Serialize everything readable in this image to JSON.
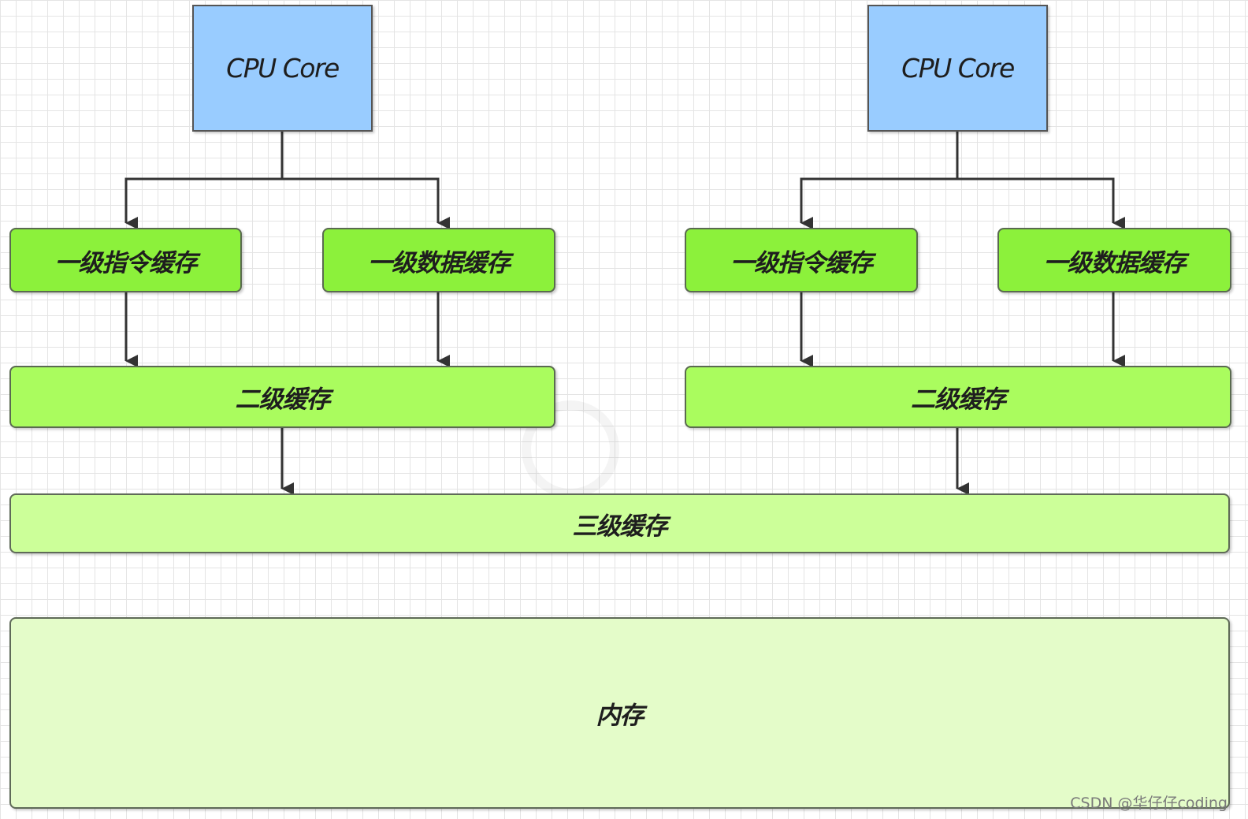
{
  "diagram": {
    "colors": {
      "cpu_core": "#99ccff",
      "l1_cache": "#8cf13b",
      "l2_cache": "#aafc5e",
      "l3_cache": "#ccff99",
      "memory": "#e4fcc9",
      "connector": "#333333",
      "grid": "#e4e4e4"
    },
    "cores": [
      {
        "core_label": "CPU Core",
        "l1_instruction_label": "一级指令缓存",
        "l1_data_label": "一级数据缓存",
        "l2_label": "二级缓存"
      },
      {
        "core_label": "CPU Core",
        "l1_instruction_label": "一级指令缓存",
        "l1_data_label": "一级数据缓存",
        "l2_label": "二级缓存"
      }
    ],
    "l3_label": "三级缓存",
    "memory_label": "内存"
  },
  "credit": "CSDN @华仔仔coding"
}
